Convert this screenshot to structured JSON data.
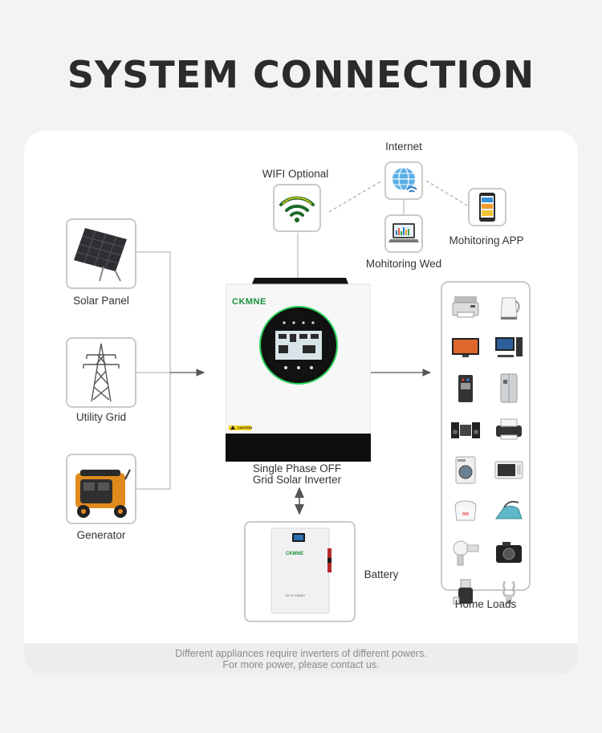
{
  "title": "SYSTEM CONNECTION",
  "nodes": {
    "internet": "Internet",
    "wifi": "WIFI Optional",
    "monitoring_app": "Mohitoring APP",
    "monitoring_web": "Mohitoring Wed",
    "solar_panel": "Solar Panel",
    "utility_grid": "Utility Grid",
    "generator": "Generator",
    "inverter_line1": "Single Phase OFF",
    "inverter_line2": "Grid Solar Inverter",
    "battery": "Battery",
    "home_loads": "Home Loads"
  },
  "brand": "CKMNE",
  "inverter_caution": "CAUTION",
  "battery_spec": "51.2V 100AH",
  "footer": {
    "line1": "Different appliances require inverters of different powers.",
    "line2": "For more power, please contact us."
  },
  "colors": {
    "wifi_green": "#1e6b2a",
    "wifi_yellow": "#e3c41a",
    "brand_green": "#1a8f3b",
    "display_ring": "#29d15a"
  },
  "appliances": [
    "printer-icon",
    "kettle-icon",
    "tv-icon",
    "desktop-pc-icon",
    "water-dispenser-icon",
    "refrigerator-icon",
    "stereo-icon",
    "inkjet-printer-icon",
    "washing-machine-icon",
    "microwave-icon",
    "rice-cooker-icon",
    "steam-iron-icon",
    "hair-dryer-icon",
    "camera-icon",
    "juicer-icon",
    "light-bulb-icon"
  ]
}
